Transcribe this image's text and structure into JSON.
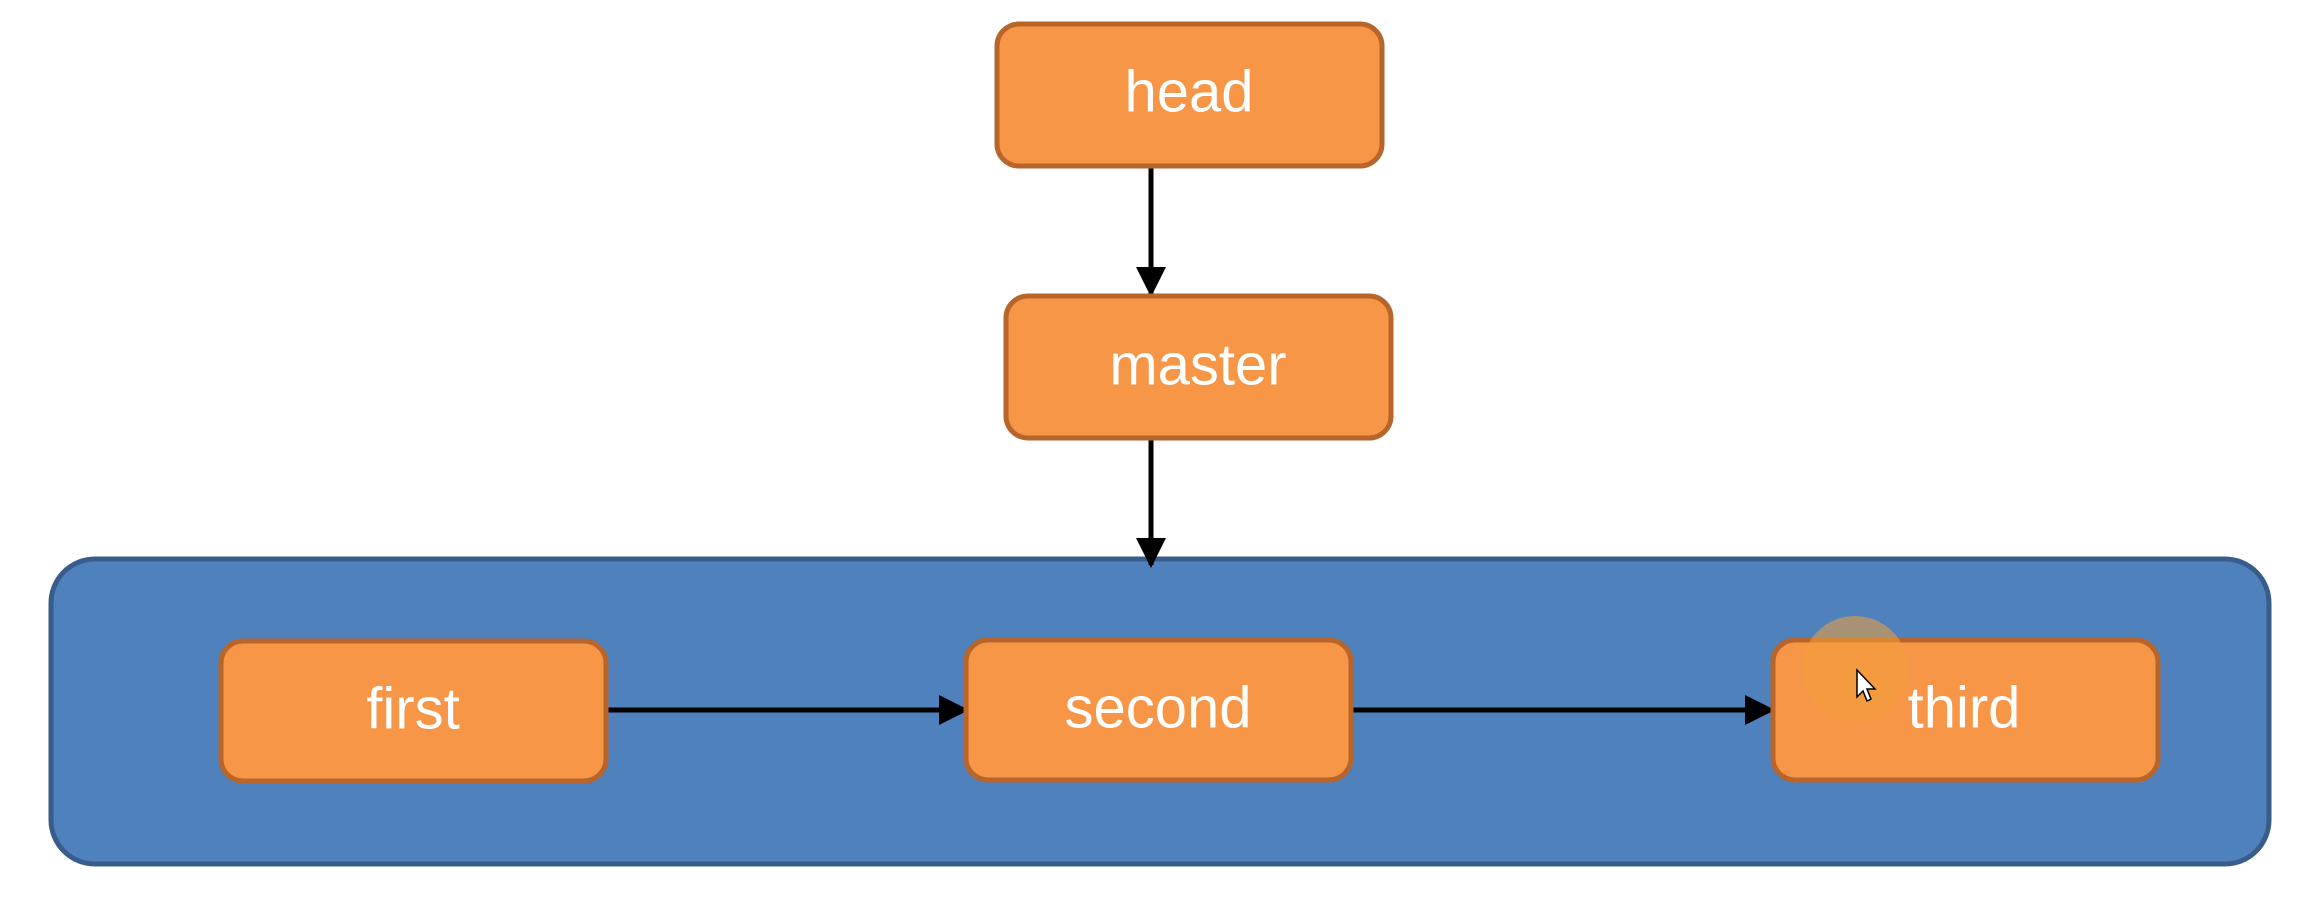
{
  "nodes": {
    "head": "head",
    "master": "master",
    "first": "first",
    "second": "second",
    "third": "third"
  },
  "colors": {
    "node_fill": "#F79646",
    "node_border": "#B8652C",
    "container_fill": "#4F81BD",
    "container_border": "#385D8A",
    "arrow": "#000000",
    "text": "#FFFFFF"
  },
  "cursor": {
    "icon": "mouse-pointer-icon",
    "highlight": "click-highlight"
  }
}
